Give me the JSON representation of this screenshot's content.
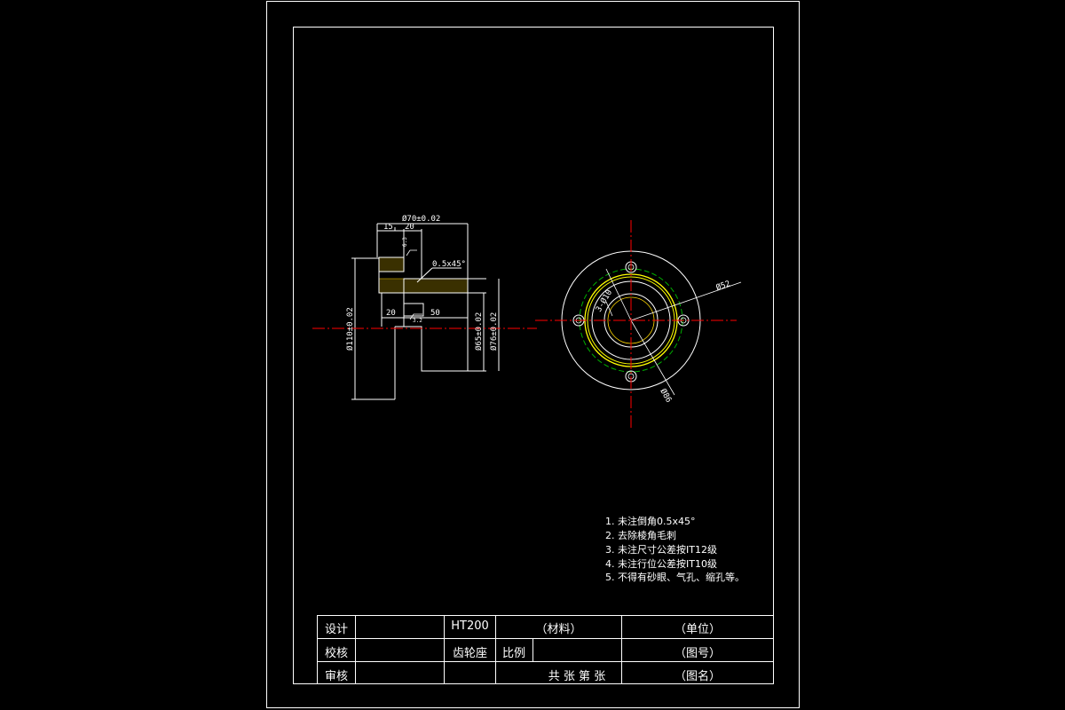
{
  "dimensions": {
    "d70": "Ø70±0.02",
    "len15": "15",
    "len20_top": "20",
    "chamfer": "0.5x45°",
    "len20_bottom": "20",
    "len50": "50",
    "d110": "Ø110±0.02",
    "d65": "Ø65±0.02",
    "d76": "Ø76±0.02",
    "d52": "Ø52",
    "d86": "Ø86",
    "hole": "3-Ø10",
    "rough_1": "6.3",
    "rough_2": "3.2"
  },
  "colors": {
    "background": "#000000",
    "lines": "#ffffff",
    "centerline": "#ff0000",
    "hatch": "#ffd700",
    "pitch_circle": "#00b000",
    "bolt_circle": "#ffff00"
  },
  "notes": [
    "1. 未注倒角0.5x45°",
    "2. 去除棱角毛刺",
    "3. 未注尺寸公差按IT12级",
    "4. 未注行位公差按IT10级",
    "5. 不得有砂眼、气孔、缩孔等。"
  ],
  "title_block": {
    "design": "设计",
    "check": "校核",
    "review": "审核",
    "material_value": "HT200",
    "material_label": "（材料）",
    "part_name": "齿轮座",
    "scale_label": "比例",
    "sheets": "共 张 第 张",
    "unit": "（单位）",
    "drawing_no": "（图号）",
    "drawing_name": "（图名）"
  }
}
